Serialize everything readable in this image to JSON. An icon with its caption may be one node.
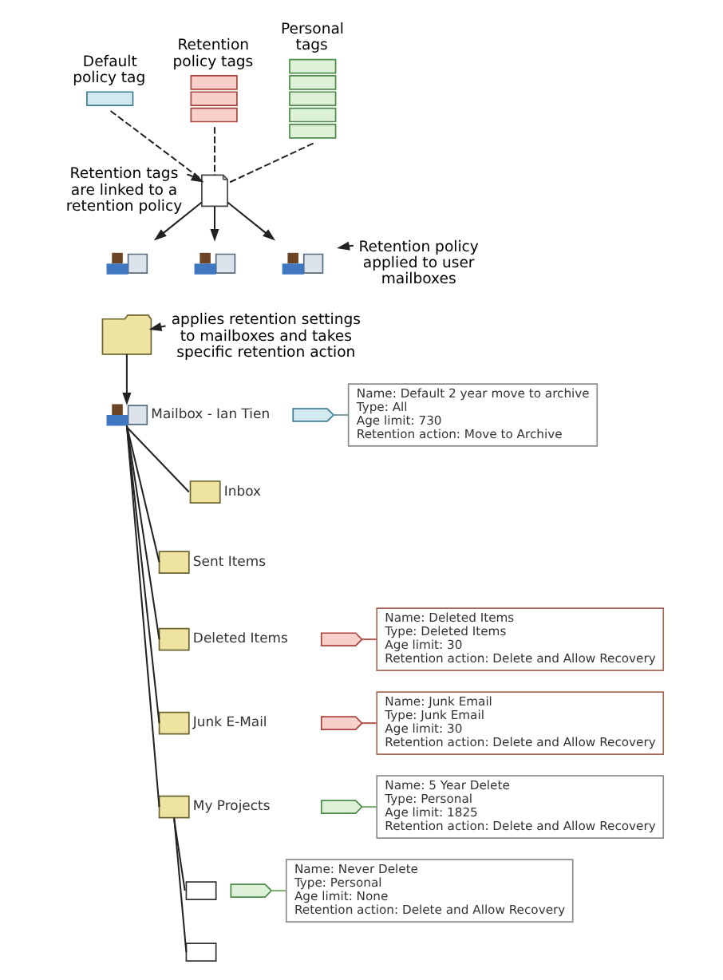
{
  "diagram": {
    "nodes": [
      {
        "text": [
          "Default policy tag"
        ]
      },
      {
        "text": [
          "Retention policy tags"
        ]
      },
      {
        "text": [
          "Personal tags"
        ]
      },
      {
        "text": [],
        "shape": "picture"
      },
      {
        "text": [
          "Retention tags are linked to a retention policy"
        ]
      },
      {
        "text": [],
        "shape": "person"
      },
      {
        "text": [],
        "shape": "person"
      },
      {
        "text": [],
        "shape": "person"
      },
      {
        "text": [
          "Retention policy applied to user mailboxes"
        ]
      },
      {
        "text": [],
        "shape": "folder"
      },
      {
        "text": [
          "applies retention settings to mailboxes and takes specific retention action"
        ]
      },
      {
        "text": [
          "Mailbox - Ian Tien"
        ]
      },
      {
        "text": [],
        "shape": "tag"
      },
      {
        "text": [
          "Name: Default 2 year move to archive",
          "Type: All",
          "Age limit: 730",
          "Retention action: Move to Archive"
        ]
      },
      {
        "text": [
          "Inbox"
        ]
      },
      {
        "text": [
          "Sent Items"
        ]
      },
      {
        "text": [
          "Deleted Items"
        ]
      },
      {
        "text": [],
        "shape": "tag"
      },
      {
        "text": [
          "Name: Deleted Items",
          "Type: Deleted Items",
          "Age limit: 30",
          "Retention action: Delete and Allow Recovery"
        ]
      },
      {
        "text": [
          "Junk E-Mail"
        ]
      },
      {
        "text": [],
        "shape": "tag"
      },
      {
        "text": [
          "Name: Junk Email",
          "Type: Junk Email",
          "Age limit: 30",
          "Retention action: Delete and Allow Recovery"
        ]
      },
      {
        "text": [
          "My Projects"
        ]
      },
      {
        "text": [],
        "shape": "tag"
      },
      {
        "text": [
          "Name: 5 Year Delete",
          "Type: Personal",
          "Age limit: 1825",
          "Retention action: Delete and Allow Recovery"
        ]
      },
      {
        "text": [],
        "shape": "envelope"
      },
      {
        "text": [],
        "shape": "envelope"
      },
      {
        "text": [],
        "shape": "tag"
      },
      {
        "text": [
          "Name: Never Delete",
          "Type: Personal",
          "Age limit: None",
          "Retention action: Delete and Allow Recovery"
        ]
      }
    ],
    "edges": [
      {
        "from": 0,
        "to": 3,
        "arrow": "none",
        "style": "dashed"
      },
      {
        "from": 1,
        "to": 3,
        "arrow": "none",
        "style": "dashed"
      },
      {
        "from": 2,
        "to": 3,
        "arrow": "none",
        "style": "dashed"
      },
      {
        "from": 4,
        "to": 3,
        "arrow": "to"
      },
      {
        "from": 3,
        "to": 5,
        "arrow": "to"
      },
      {
        "from": 3,
        "to": 6,
        "arrow": "to"
      },
      {
        "from": 3,
        "to": 7,
        "arrow": "to"
      },
      {
        "from": 8,
        "to": 7,
        "arrow": "to"
      },
      {
        "from": 10,
        "to": 9,
        "arrow": "to"
      },
      {
        "from": 9,
        "to": 11,
        "arrow": "to"
      },
      {
        "from": 11,
        "to": 14,
        "arrow": "none"
      },
      {
        "from": 11,
        "to": 15,
        "arrow": "none"
      },
      {
        "from": 11,
        "to": 16,
        "arrow": "none"
      },
      {
        "from": 11,
        "to": 19,
        "arrow": "none"
      },
      {
        "from": 11,
        "to": 22,
        "arrow": "none"
      },
      {
        "from": 22,
        "to": 25,
        "arrow": "none"
      },
      {
        "from": 22,
        "to": 26,
        "arrow": "none"
      },
      {
        "from": 12,
        "to": 13,
        "arrow": "none",
        "color": "#7fa3ad"
      },
      {
        "from": 17,
        "to": 18,
        "arrow": "none",
        "color": "#b05a50"
      },
      {
        "from": 20,
        "to": 21,
        "arrow": "none",
        "color": "#b05a50"
      },
      {
        "from": 23,
        "to": 24,
        "arrow": "none",
        "color": "#7daa72"
      },
      {
        "from": 27,
        "to": 28,
        "arrow": "none",
        "color": "#7daa72"
      }
    ]
  }
}
